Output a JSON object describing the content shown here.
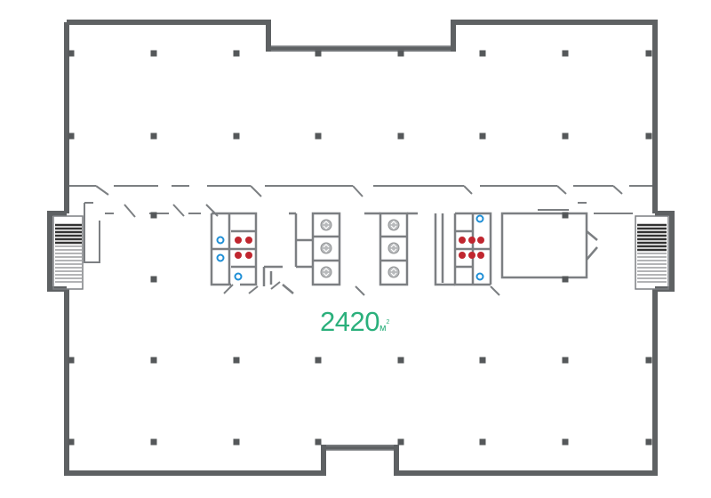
{
  "floor_plan": {
    "area_value": "2420",
    "area_unit": "м",
    "area_unit_power": "2"
  },
  "colors": {
    "wall": "#5e6163",
    "column": "#55585a",
    "partition": "#7c7f82",
    "accent_text": "#2bb07c",
    "hot_water": "#c0262f",
    "cold_water": "#1f8fd6",
    "elevator_fill": "#b8babc"
  }
}
